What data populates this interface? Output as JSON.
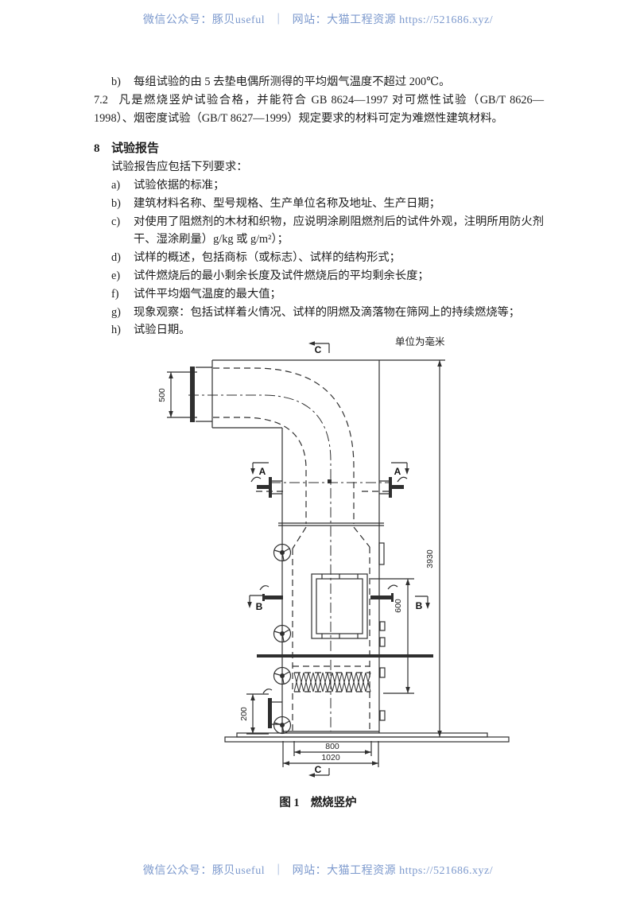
{
  "banner": {
    "wechat": "微信公众号：豚贝useful",
    "separator": "｜",
    "site": "网站：大猫工程资源",
    "url": "https://521686.xyz/",
    "color": "#7c99cd"
  },
  "body": {
    "item_b": {
      "label": "b)",
      "text": "每组试验的由 5 去垫电偶所测得的平均烟气温度不超过 200℃。"
    },
    "clause": {
      "num": "7.2",
      "text": "凡是燃烧竖炉试验合格，并能符合 GB 8624—1997 对可燃性试验（GB/T 8626—1998）、烟密度试验（GB/T 8627—1999）规定要求的材料可定为难燃性建筑材料。"
    },
    "section": {
      "num": "8",
      "title": "试验报告",
      "intro": "试验报告应包括下列要求："
    },
    "items": [
      {
        "label": "a)",
        "text": "试验依据的标准；"
      },
      {
        "label": "b)",
        "text": "建筑材料名称、型号规格、生产单位名称及地址、生产日期；"
      },
      {
        "label": "c)",
        "text": "对使用了阻燃剂的木材和织物，应说明涂刷阻燃剂后的试件外观，注明所用防火剂 干、湿涂刷量）g/kg 或 g/m²）；"
      },
      {
        "label": "d)",
        "text": "试样的概述，包括商标（或标志）、试样的结构形式；"
      },
      {
        "label": "e)",
        "text": "试件燃烧后的最小剩余长度及试件燃烧后的平均剩余长度；"
      },
      {
        "label": "f)",
        "text": "试件平均烟气温度的最大值；"
      },
      {
        "label": "g)",
        "text": "现象观察：包括试样着火情况、试样的阴燃及滴落物在筛网上的持续燃烧等；"
      },
      {
        "label": "h)",
        "text": "试验日期。"
      }
    ]
  },
  "figure": {
    "unit": "单位为毫米",
    "caption_num": "图 1",
    "caption_title": "燃烧竖炉",
    "markers": {
      "a": "A",
      "b": "B",
      "c": "C"
    },
    "dims": {
      "d500": "500",
      "d600": "600",
      "d200": "200",
      "d800": "800",
      "d1020": "1020",
      "d3930": "3930"
    }
  }
}
